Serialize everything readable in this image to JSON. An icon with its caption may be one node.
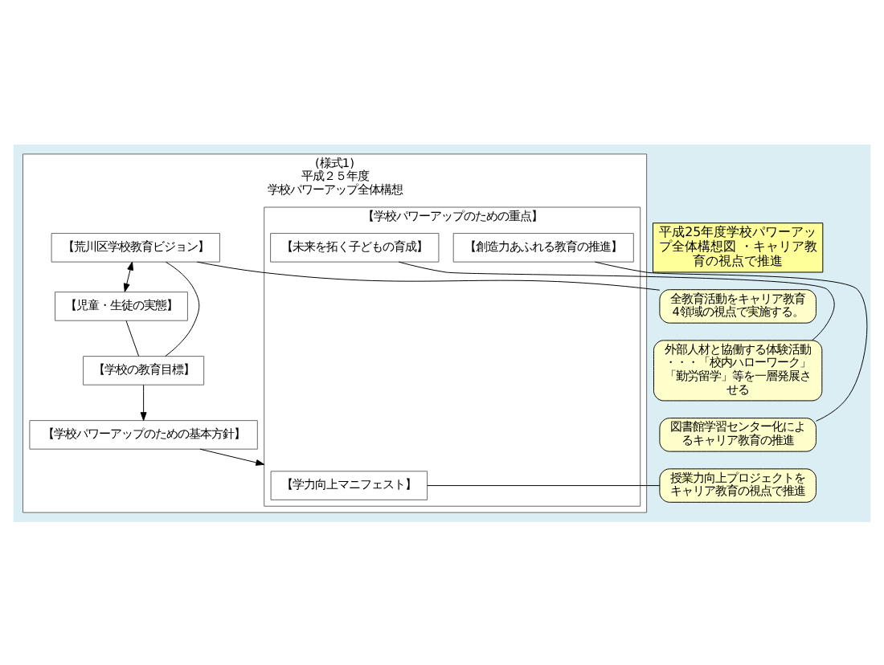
{
  "diagram": {
    "nodes": [
      {
        "text": [
          "(様式1)",
          "平成２５年度",
          "学校パワーアップ全体構想"
        ]
      },
      {
        "text": [
          "【荒川区学校教育ビジョン】"
        ],
        "in": 0
      },
      {
        "text": [
          "【児童・生徒の実態】"
        ],
        "in": 0
      },
      {
        "text": [
          "【学校の教育目標】"
        ],
        "in": 0
      },
      {
        "text": [
          "【学校パワーアップのための基本方針】"
        ],
        "in": 0
      },
      {
        "text": [
          "【学校パワーアップのための重点】"
        ],
        "in": 0
      },
      {
        "text": [
          "【学力向上マニフェスト】"
        ],
        "in": 5
      },
      {
        "text": [
          "【創造力あふれる教育の推進】"
        ],
        "in": 5
      },
      {
        "text": [
          "【未来を拓く子どもの育成】"
        ],
        "in": 5
      },
      {
        "text": [
          "平成25年度学校パワーアップ全体構想図 ・キャリア教育の視点で推進"
        ]
      },
      {
        "text": [
          "全教育活動をキャリア教育4領域の視点で実施する。"
        ]
      },
      {
        "text": [
          "外部人材と協働する体験活動・・・「校内ハローワーク」「勤労留学」等を一層発展させる"
        ]
      },
      {
        "text": [
          "図書館学習センター化によるキャリア教育の推進"
        ]
      },
      {
        "text": [
          "授業力向上プロジェクトをキャリア教育の視点で推進"
        ]
      }
    ],
    "edges": [
      {
        "from": 1,
        "to": 2,
        "arrow": "both"
      },
      {
        "from": 1,
        "to": 3,
        "arrow": "none"
      },
      {
        "from": 2,
        "to": 3,
        "arrow": "none"
      },
      {
        "from": 3,
        "to": 4,
        "arrow": "to"
      },
      {
        "from": 4,
        "to": 5,
        "arrow": "to"
      },
      {
        "from": 10,
        "to": 1,
        "arrow": "none"
      },
      {
        "from": 11,
        "to": 8,
        "arrow": "none"
      },
      {
        "from": 12,
        "to": 7,
        "arrow": "none"
      },
      {
        "from": 13,
        "to": 6,
        "arrow": "none"
      }
    ]
  }
}
